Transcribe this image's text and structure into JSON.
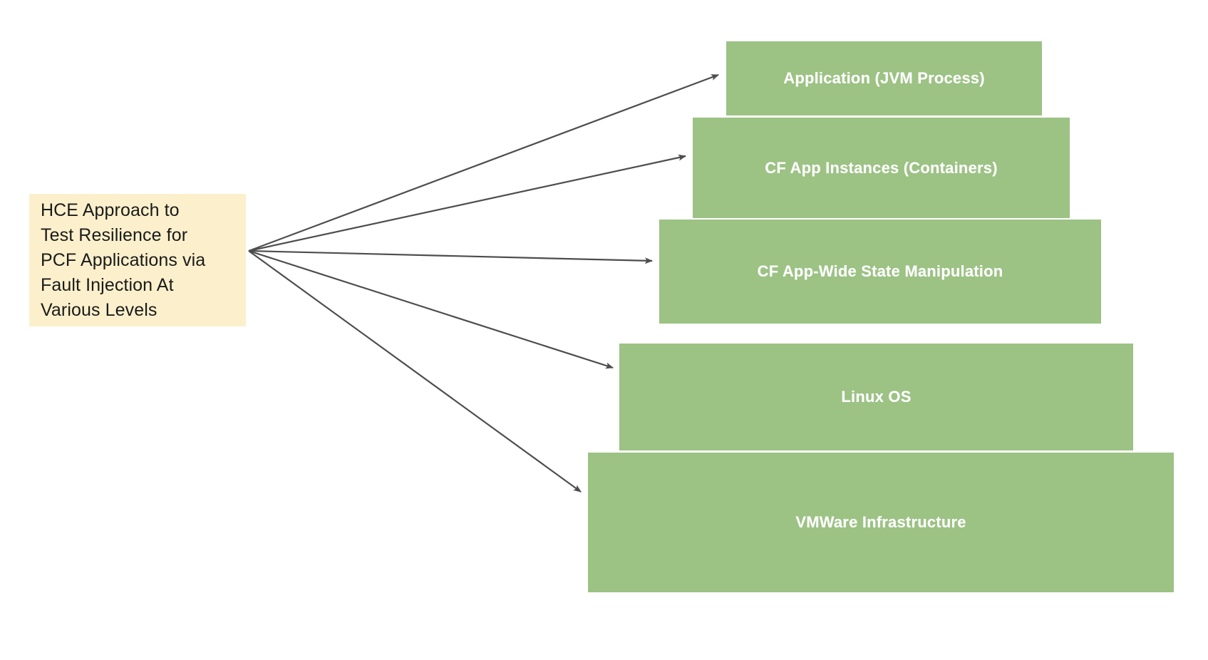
{
  "diagram": {
    "title_text": "HCE Approach to Test Resilience for PCF Applications via Fault Injection At Various Levels",
    "source": {
      "label": "HCE Approach to\nTest Resilience for\nPCF Applications via\nFault Injection At\nVarious Levels",
      "bg_color": "#FCF0CC",
      "text_color": "#1a1a1a"
    },
    "layer_color": "#9CC284",
    "layer_text_color": "#FFFFFF",
    "arrow_color": "#4D4D4D",
    "layers": [
      {
        "label": "Application (JVM Process)"
      },
      {
        "label": "CF App Instances (Containers)"
      },
      {
        "label": "CF App-Wide State Manipulation"
      },
      {
        "label": "Linux OS"
      },
      {
        "label": "VMWare Infrastructure"
      }
    ]
  }
}
